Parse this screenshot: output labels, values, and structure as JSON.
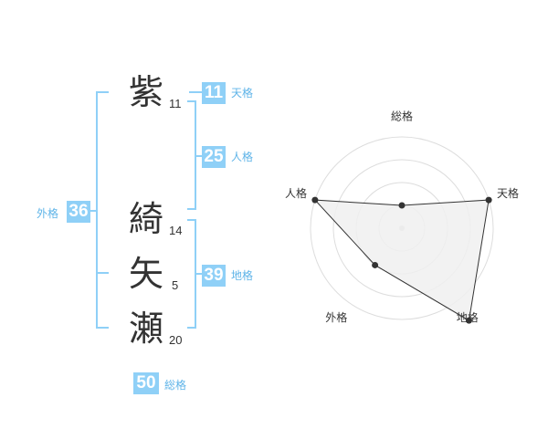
{
  "name": {
    "characters": [
      {
        "char": "紫",
        "strokes": "11"
      },
      {
        "char": "綺",
        "strokes": "14"
      },
      {
        "char": "矢",
        "strokes": "5"
      },
      {
        "char": "瀬",
        "strokes": "20"
      }
    ]
  },
  "grades": {
    "tenkaku": {
      "value": "11",
      "label": "天格"
    },
    "jinkaku": {
      "value": "25",
      "label": "人格"
    },
    "chikaku": {
      "value": "39",
      "label": "地格"
    },
    "gaikaku": {
      "value": "36",
      "label": "外格"
    },
    "soukaku": {
      "value": "50",
      "label": "総格"
    }
  },
  "chart_data": {
    "type": "radar",
    "axes": [
      "総格",
      "天格",
      "地格",
      "外格",
      "人格"
    ],
    "max": 4,
    "rings": 4,
    "values": [
      1,
      4,
      5,
      2,
      4
    ],
    "colors": {
      "fill": "#f0f0f0",
      "line": "#333333",
      "grid": "#dddddd"
    }
  }
}
